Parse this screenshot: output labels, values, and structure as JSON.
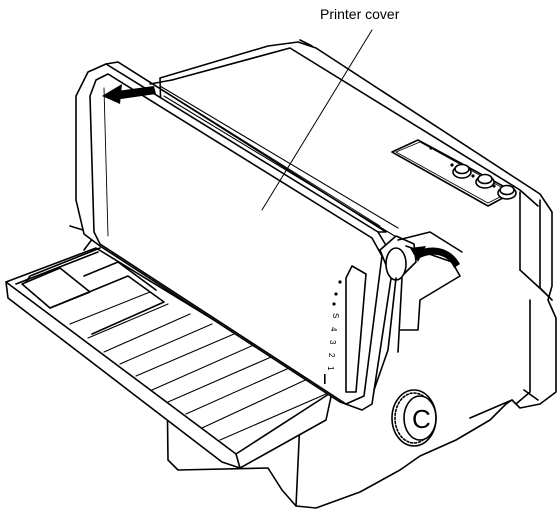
{
  "diagram": {
    "callout_label": "Printer cover",
    "scale_marks": [
      "S",
      "4",
      "3",
      "2",
      "1"
    ],
    "knob_letter": "C",
    "colors": {
      "line": "#000000",
      "fill": "#ffffff"
    }
  }
}
